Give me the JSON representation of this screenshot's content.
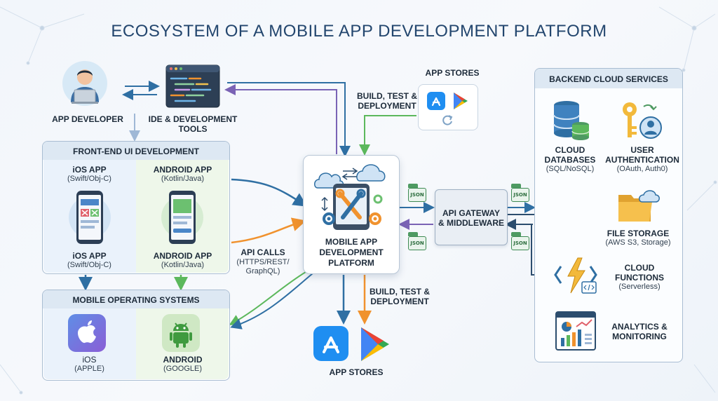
{
  "title": "ECOSYSTEM OF A MOBILE APP DEVELOPMENT PLATFORM",
  "developer": {
    "label": "APP DEVELOPER"
  },
  "ide": {
    "label_line1": "IDE & DEVELOPMENT",
    "label_line2": "TOOLS"
  },
  "app_stores_top": {
    "label": "APP STORES"
  },
  "build_top": {
    "line1": "BUILD, TEST &",
    "line2": "DEPLOYMENT"
  },
  "frontend": {
    "heading": "FRONT-END UI DEVELOPMENT",
    "ios_top_title": "iOS APP",
    "ios_top_sub": "(Swift/Obj-C)",
    "android_top_title": "ANDROID APP",
    "android_top_sub": "(Kotlin/Java)",
    "ios_bottom_title": "iOS APP",
    "ios_bottom_sub": "(Swift/Obj-C)",
    "android_bottom_title": "ANDROID APP",
    "android_bottom_sub": "(Kotlin/Java)"
  },
  "mobile_os": {
    "heading": "MOBILE OPERATING SYSTEMS",
    "ios_title": "iOS",
    "ios_sub": "(APPLE)",
    "android_title": "ANDROID",
    "android_sub": "(GOOGLE)"
  },
  "api_calls": {
    "line1": "API CALLS",
    "line2": "(HTTPS/REST/",
    "line3": "GraphQL)"
  },
  "platform": {
    "line1": "MOBILE APP",
    "line2": "DEVELOPMENT",
    "line3": "PLATFORM"
  },
  "build_bottom": {
    "line1": "BUILD, TEST &",
    "line2": "DEPLOYMENT"
  },
  "app_stores_bottom": {
    "label": "APP STORES"
  },
  "gateway": {
    "line1": "API GATEWAY",
    "line2": "& MIDDLEWARE"
  },
  "json_tag": "JSON",
  "backend": {
    "heading": "BACKEND CLOUD SERVICES",
    "db_line1": "CLOUD",
    "db_line2": "DATABASES",
    "db_sub": "(SQL/NoSQL)",
    "auth_line1": "USER",
    "auth_line2": "AUTHENTICATION",
    "auth_sub": "(OAuth, Auth0)",
    "storage_title": "FILE STORAGE",
    "storage_sub": "(AWS S3, Storage)",
    "functions_line1": "CLOUD",
    "functions_line2": "FUNCTIONS",
    "functions_sub": "(Serverless)",
    "analytics_line1": "ANALYTICS &",
    "analytics_line2": "MONITORING"
  },
  "colors": {
    "title": "#23466e",
    "blue_arrow": "#2f6fa3",
    "green_arrow": "#5cb85c",
    "purple_arrow": "#7a63b5",
    "orange_arrow": "#f0922e",
    "panel_border": "#a9bdd2"
  }
}
